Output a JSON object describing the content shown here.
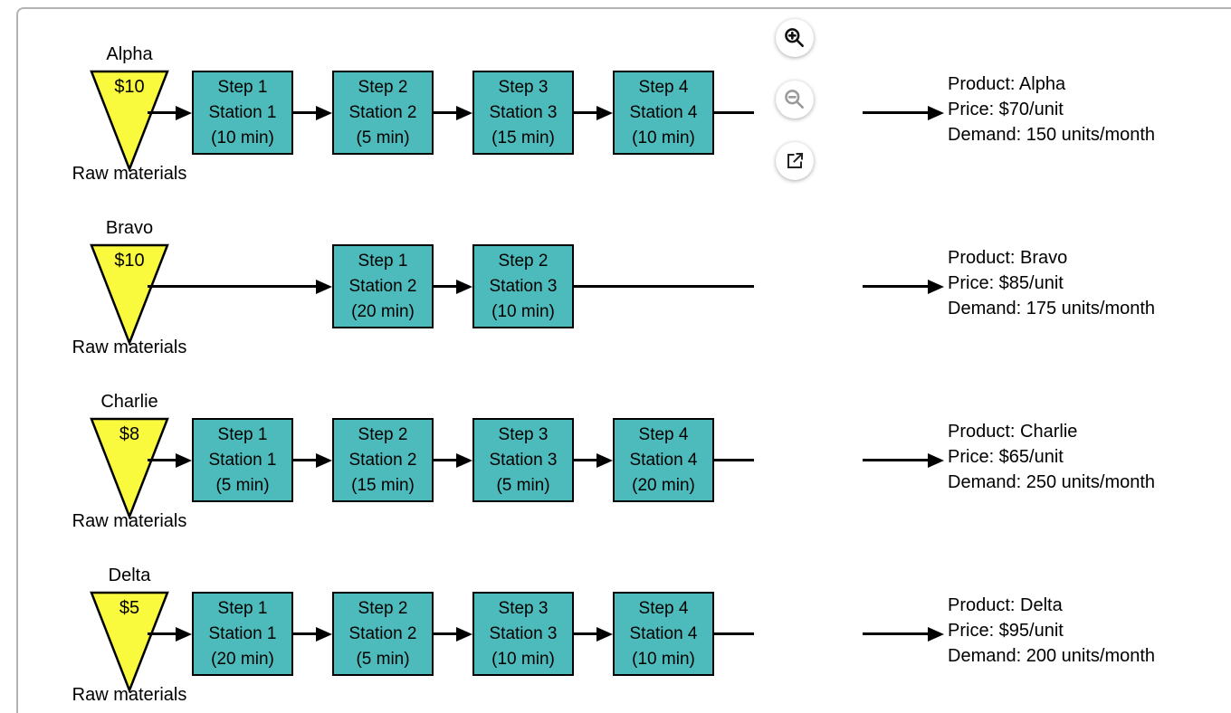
{
  "colors": {
    "station_fill": "#4dbbbb",
    "triangle_fill": "#f9f93d",
    "frame_border": "#b3b3b3",
    "stroke": "#000000"
  },
  "controls": {
    "zoom_in_icon": "zoom-in",
    "zoom_out_icon": "zoom-out",
    "open_external_icon": "open-in-new"
  },
  "rows": [
    {
      "product_label": "Alpha",
      "raw_cost": "$10",
      "raw_materials_label": "Raw materials",
      "stations": [
        {
          "step": "Step 1",
          "station": "Station 1",
          "time": "(10 min)"
        },
        {
          "step": "Step 2",
          "station": "Station 2",
          "time": "(5 min)"
        },
        {
          "step": "Step 3",
          "station": "Station 3",
          "time": "(15 min)"
        },
        {
          "step": "Step 4",
          "station": "Station 4",
          "time": "(10 min)"
        }
      ],
      "info": {
        "product": "Product: Alpha",
        "price": "Price: $70/unit",
        "demand": "Demand: 150 units/month"
      }
    },
    {
      "product_label": "Bravo",
      "raw_cost": "$10",
      "raw_materials_label": "Raw materials",
      "stations": [
        {
          "step": "Step 1",
          "station": "Station 2",
          "time": "(20 min)"
        },
        {
          "step": "Step 2",
          "station": "Station 3",
          "time": "(10 min)"
        }
      ],
      "info": {
        "product": "Product: Bravo",
        "price": "Price: $85/unit",
        "demand": "Demand: 175 units/month"
      }
    },
    {
      "product_label": "Charlie",
      "raw_cost": "$8",
      "raw_materials_label": "Raw materials",
      "stations": [
        {
          "step": "Step 1",
          "station": "Station 1",
          "time": "(5 min)"
        },
        {
          "step": "Step 2",
          "station": "Station 2",
          "time": "(15 min)"
        },
        {
          "step": "Step 3",
          "station": "Station 3",
          "time": "(5 min)"
        },
        {
          "step": "Step 4",
          "station": "Station 4",
          "time": "(20 min)"
        }
      ],
      "info": {
        "product": "Product: Charlie",
        "price": "Price: $65/unit",
        "demand": "Demand: 250 units/month"
      }
    },
    {
      "product_label": "Delta",
      "raw_cost": "$5",
      "raw_materials_label": "Raw materials",
      "stations": [
        {
          "step": "Step 1",
          "station": "Station 1",
          "time": "(20 min)"
        },
        {
          "step": "Step 2",
          "station": "Station 2",
          "time": "(5 min)"
        },
        {
          "step": "Step 3",
          "station": "Station 3",
          "time": "(10 min)"
        },
        {
          "step": "Step 4",
          "station": "Station 4",
          "time": "(10 min)"
        }
      ],
      "info": {
        "product": "Product: Delta",
        "price": "Price: $95/unit",
        "demand": "Demand: 200 units/month"
      }
    }
  ]
}
